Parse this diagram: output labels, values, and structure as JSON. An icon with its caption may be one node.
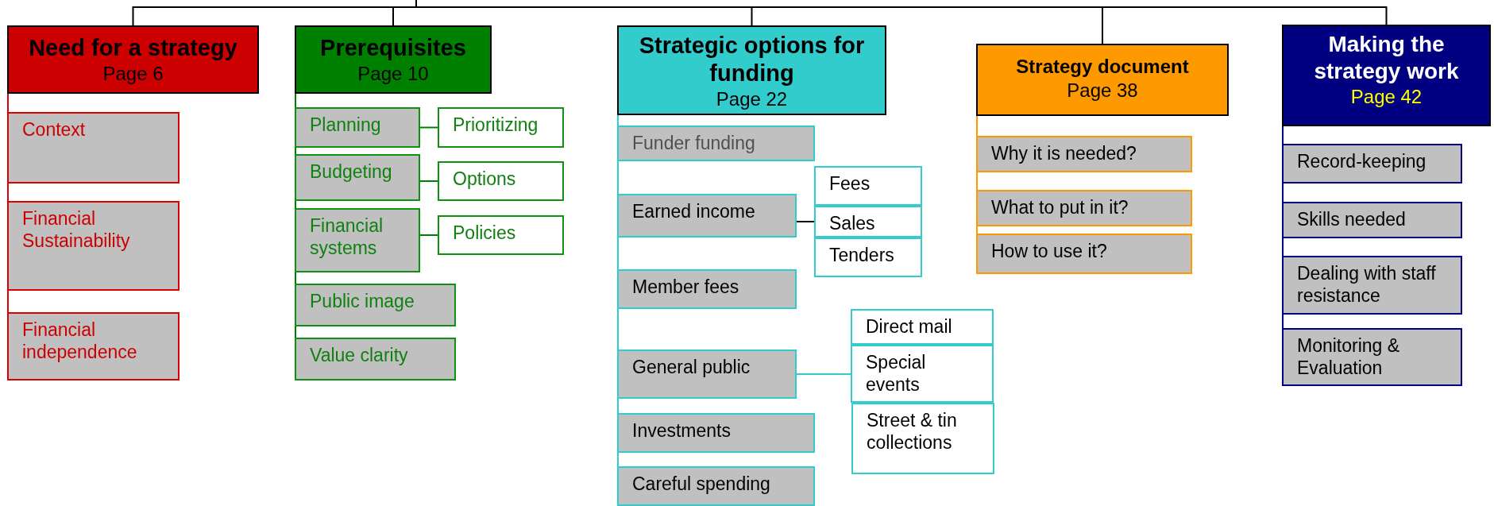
{
  "diagram": {
    "nodes": [
      {
        "text": [
          "Need for a strategy",
          "Page 6"
        ]
      },
      {
        "text": [
          "Context"
        ]
      },
      {
        "text": [
          "Financial Sustainability"
        ]
      },
      {
        "text": [
          "Financial independence"
        ]
      },
      {
        "text": [
          "Prerequisites",
          "Page 10"
        ]
      },
      {
        "text": [
          "Planning"
        ]
      },
      {
        "text": [
          "Prioritizing"
        ]
      },
      {
        "text": [
          "Budgeting"
        ]
      },
      {
        "text": [
          "Options"
        ]
      },
      {
        "text": [
          "Financial systems"
        ]
      },
      {
        "text": [
          "Policies"
        ]
      },
      {
        "text": [
          "Public image"
        ]
      },
      {
        "text": [
          "Value clarity"
        ]
      },
      {
        "text": [
          "Strategic options for funding",
          "Page 22"
        ]
      },
      {
        "text": [
          "Funder funding"
        ]
      },
      {
        "text": [
          "Fees"
        ]
      },
      {
        "text": [
          "Earned income"
        ]
      },
      {
        "text": [
          "Sales"
        ]
      },
      {
        "text": [
          "Tenders"
        ]
      },
      {
        "text": [
          "Member fees"
        ]
      },
      {
        "text": [
          "Direct mail"
        ]
      },
      {
        "text": [
          "General public"
        ]
      },
      {
        "text": [
          "Special events"
        ]
      },
      {
        "text": [
          "Street & tin collections"
        ]
      },
      {
        "text": [
          "Investments"
        ]
      },
      {
        "text": [
          "Careful spending"
        ]
      },
      {
        "text": [
          "Strategy document",
          "Page 38"
        ]
      },
      {
        "text": [
          "Why it is needed?"
        ]
      },
      {
        "text": [
          "What to put in it?"
        ]
      },
      {
        "text": [
          "How to use it?"
        ]
      },
      {
        "text": [
          "Making the strategy work",
          "Page 42"
        ]
      },
      {
        "text": [
          "Record-keeping"
        ]
      },
      {
        "text": [
          "Skills needed"
        ]
      },
      {
        "text": [
          "Dealing with staff resistance"
        ]
      },
      {
        "text": [
          "Monitoring & Evaluation"
        ]
      }
    ],
    "edges": [
      {
        "from": null,
        "to": 0,
        "arrow": "none",
        "color": "#000000"
      },
      {
        "from": null,
        "to": 4,
        "arrow": "none",
        "color": "#000000"
      },
      {
        "from": null,
        "to": 13,
        "arrow": "none",
        "color": "#000000"
      },
      {
        "from": null,
        "to": 26,
        "arrow": "none",
        "color": "#000000"
      },
      {
        "from": null,
        "to": 30,
        "arrow": "none",
        "color": "#000000"
      },
      {
        "from": 0,
        "to": 1,
        "arrow": "none",
        "color": "#dd0000"
      },
      {
        "from": 0,
        "to": 2,
        "arrow": "none",
        "color": "#dd0000"
      },
      {
        "from": 0,
        "to": 3,
        "arrow": "none",
        "color": "#dd0000"
      },
      {
        "from": 4,
        "to": 5,
        "arrow": "none",
        "color": "#008000"
      },
      {
        "from": 4,
        "to": 7,
        "arrow": "none",
        "color": "#008000"
      },
      {
        "from": 4,
        "to": 9,
        "arrow": "none",
        "color": "#008000"
      },
      {
        "from": 4,
        "to": 11,
        "arrow": "none",
        "color": "#008000"
      },
      {
        "from": 4,
        "to": 12,
        "arrow": "none",
        "color": "#008000"
      },
      {
        "from": 5,
        "to": 6,
        "arrow": "none",
        "color": "#008000"
      },
      {
        "from": 7,
        "to": 8,
        "arrow": "none",
        "color": "#008000"
      },
      {
        "from": 9,
        "to": 10,
        "arrow": "none",
        "color": "#008000"
      },
      {
        "from": 13,
        "to": 14,
        "arrow": "none",
        "color": "#33cccc"
      },
      {
        "from": 13,
        "to": 16,
        "arrow": "none",
        "color": "#33cccc"
      },
      {
        "from": 13,
        "to": 19,
        "arrow": "none",
        "color": "#33cccc"
      },
      {
        "from": 13,
        "to": 21,
        "arrow": "none",
        "color": "#33cccc"
      },
      {
        "from": 13,
        "to": 24,
        "arrow": "none",
        "color": "#33cccc"
      },
      {
        "from": 13,
        "to": 25,
        "arrow": "none",
        "color": "#33cccc"
      },
      {
        "from": 16,
        "to": 17,
        "arrow": "none",
        "color": "#000000"
      },
      {
        "from": 21,
        "to": 22,
        "arrow": "none",
        "color": "#33cccc"
      },
      {
        "from": 26,
        "to": 27,
        "arrow": "none",
        "color": "#ff9900"
      },
      {
        "from": 26,
        "to": 28,
        "arrow": "none",
        "color": "#ff9900"
      },
      {
        "from": 26,
        "to": 29,
        "arrow": "none",
        "color": "#ff9900"
      },
      {
        "from": 30,
        "to": 31,
        "arrow": "none",
        "color": "#000080"
      },
      {
        "from": 30,
        "to": 32,
        "arrow": "none",
        "color": "#000080"
      },
      {
        "from": 30,
        "to": 33,
        "arrow": "none",
        "color": "#000080"
      },
      {
        "from": 30,
        "to": 34,
        "arrow": "none",
        "color": "#000080"
      }
    ]
  }
}
